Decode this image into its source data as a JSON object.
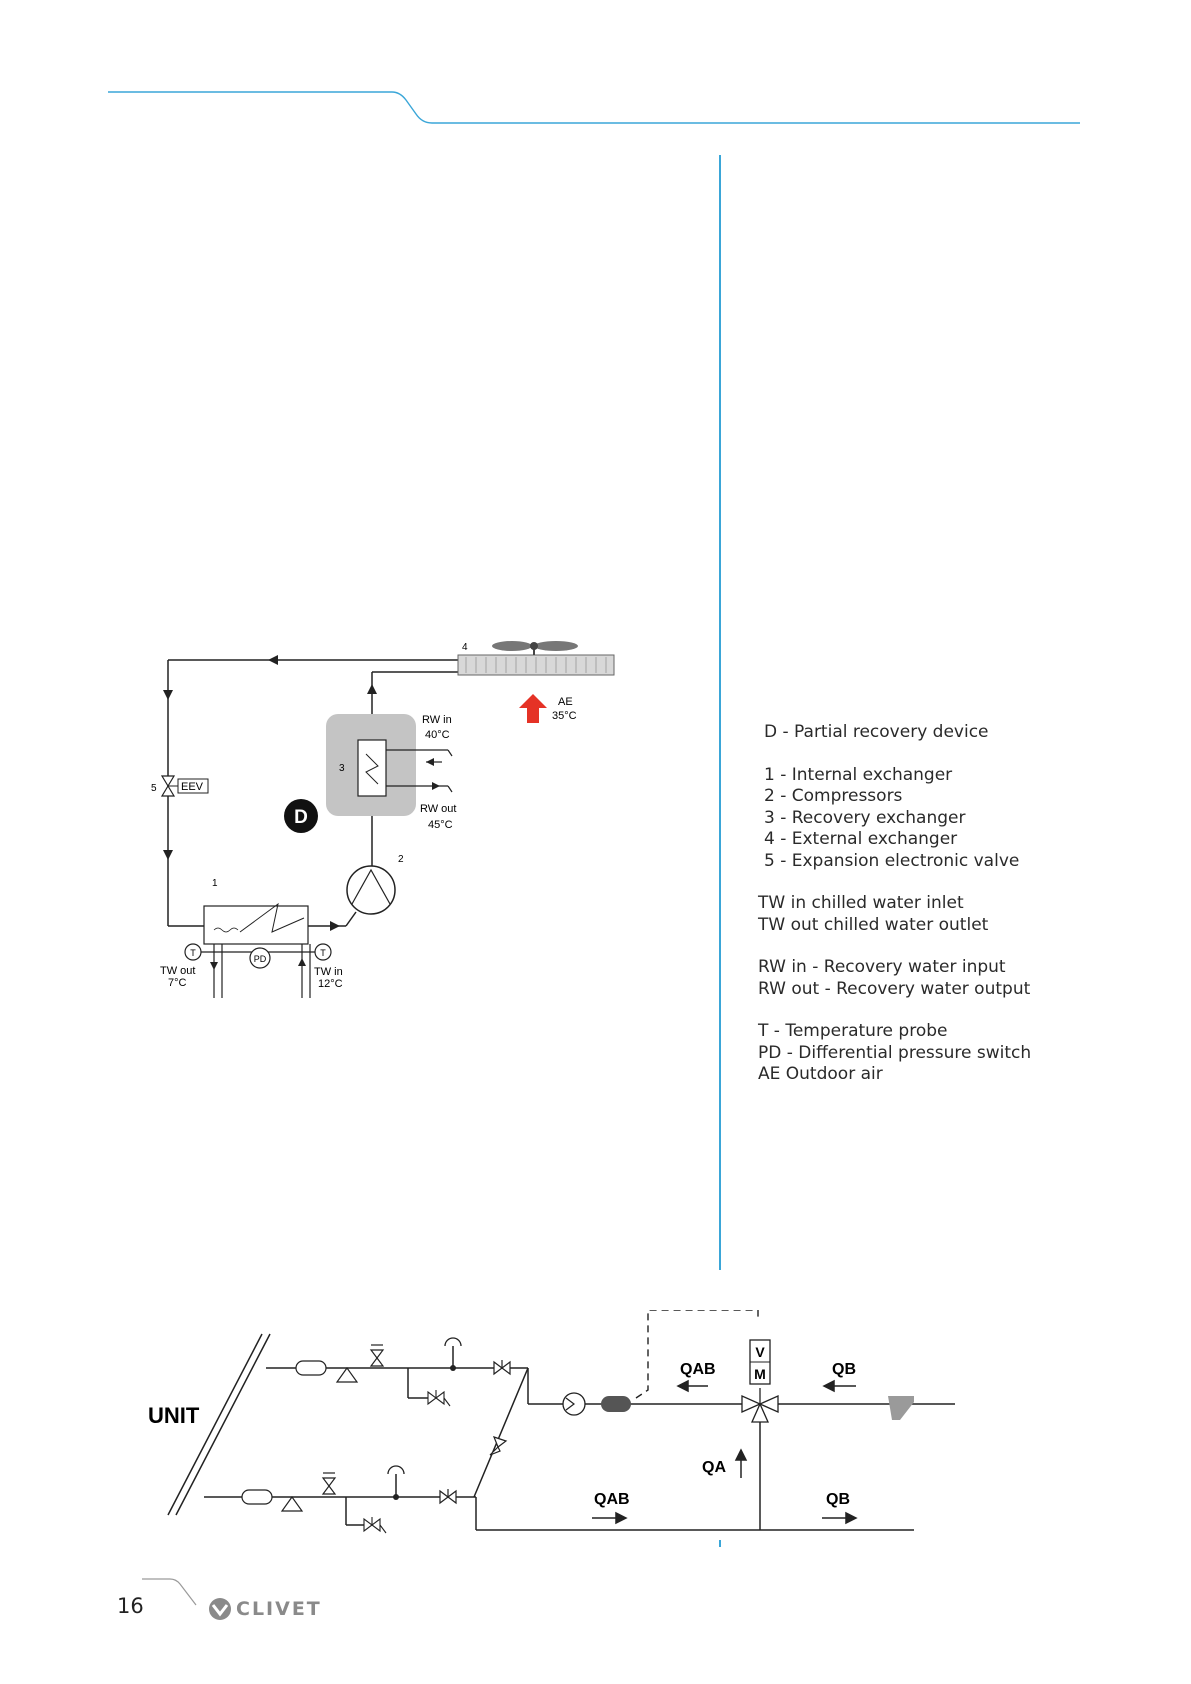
{
  "legend": {
    "title": "D - Partial recovery device",
    "components": [
      "1 - Internal exchanger",
      "2 - Compressors",
      "3 - Recovery exchanger",
      "4 - External exchanger",
      "5 - Expansion electronic valve"
    ],
    "water": [
      "TW in chilled water inlet",
      "TW out chilled water outlet"
    ],
    "recovery": [
      "RW in - Recovery water input",
      "RW out - Recovery water output"
    ],
    "probes": [
      "T - Temperature probe",
      "PD - Differential pressure switch",
      "AE Outdoor air"
    ]
  },
  "diagram_refrigerant": {
    "n1": "1",
    "n2": "2",
    "n3": "3",
    "n4": "4",
    "n5": "5",
    "eev": "EEV",
    "device": "D",
    "rw_in": "RW in",
    "rw_in_temp": "40°C",
    "rw_out": "RW out",
    "rw_out_temp": "45°C",
    "ae": "AE",
    "ae_temp": "35°C",
    "tw_out": "TW out",
    "tw_out_temp": "7°C",
    "tw_in": "TW in",
    "tw_in_temp": "12°C",
    "t": "T",
    "pd": "PD"
  },
  "diagram_hydraulic": {
    "unit": "UNIT",
    "qab_top": "QAB",
    "qb_top": "QB",
    "qa": "QA",
    "qab_bottom": "QAB",
    "qb_bottom": "QB",
    "v": "V",
    "m": "M"
  },
  "footer": {
    "page_number": "16",
    "brand": "CLIVET"
  },
  "colors": {
    "accent": "#3aa6d8",
    "arrow_red": "#e53226",
    "recovery_box": "#c4c4c4",
    "logo_gray": "#8a8a8a"
  }
}
